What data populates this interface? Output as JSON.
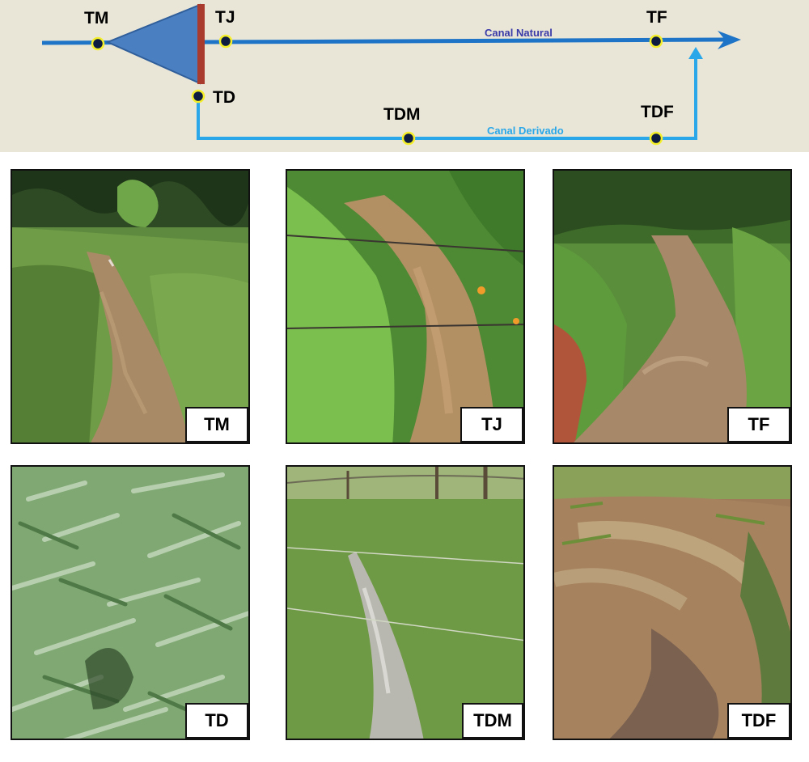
{
  "diagram": {
    "points": {
      "tm": "TM",
      "tj": "TJ",
      "td": "TD",
      "tdm": "TDM",
      "tf": "TF",
      "tdf": "TDF"
    },
    "canals": {
      "natural": "Canal Natural",
      "derived": "Canal Derivado"
    },
    "colors": {
      "canal_natural": "#1e74c6",
      "canal_derivado": "#2aa7e8",
      "dam_body": "#4a7fc1",
      "dam_wall": "#a83a2e",
      "point_fill": "#0d1c40",
      "point_ring": "#f4ef2a",
      "natural_label": "#3a3aa8",
      "derived_label": "#2aa7e8"
    }
  },
  "photos": [
    {
      "label": "TM",
      "scene": "muddy stream through grass"
    },
    {
      "label": "TJ",
      "scene": "stream with barbed wire and tall grass"
    },
    {
      "label": "TF",
      "scene": "stream between steep grassy banks"
    },
    {
      "label": "TD",
      "scene": "dense grass blades"
    },
    {
      "label": "TDM",
      "scene": "narrow channel in grass with fence"
    },
    {
      "label": "TDF",
      "scene": "channel with dry straw and soil"
    }
  ]
}
